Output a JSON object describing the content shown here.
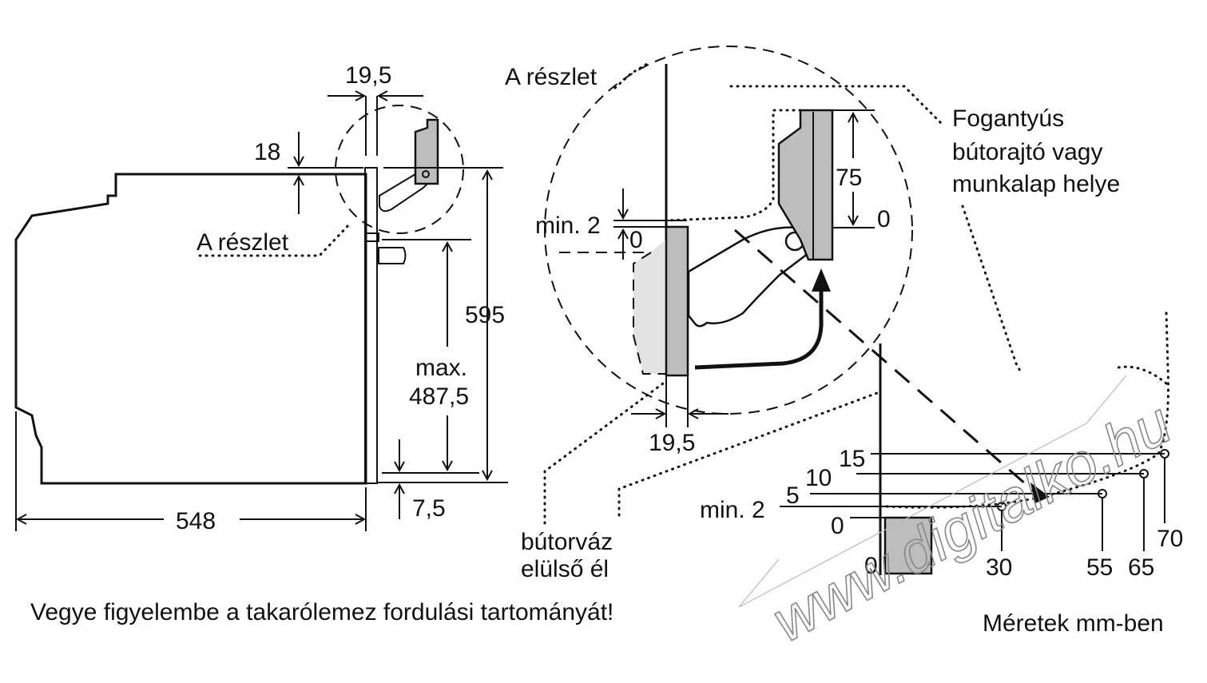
{
  "labels": {
    "gap_top": "19,5",
    "gap_18": "18",
    "detail_left": "A részlet",
    "height_595": "595",
    "max_label": "max.",
    "max_value": "487,5",
    "depth_548": "548",
    "bottom_75": "7,5",
    "detail_top": "A részlet",
    "min2_detail": "min. 2",
    "zero_detail": "0",
    "v75": "75",
    "zero_right": "0",
    "gap_bottom": "19,5",
    "fog_line1": "Fogantyús",
    "fog_line2": "bútorajtó vagy",
    "fog_line3": "munkalap helye",
    "frame_line1": "bútorváz",
    "frame_line2": "elülső él",
    "note": "Vegye figyelembe a takarólemez fordulási tartományát!",
    "units": "Méretek mm-ben",
    "y15": "15",
    "y10": "10",
    "y5": "5",
    "ymin2": "min. 2",
    "y0": "0",
    "x0": "0",
    "x30": "30",
    "x55": "55",
    "x65": "65",
    "x70": "70"
  },
  "watermark": {
    "text": "www.digitalko.hu"
  }
}
